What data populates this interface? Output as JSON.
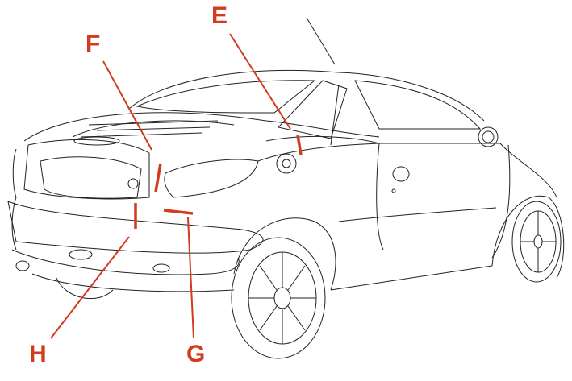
{
  "diagram": {
    "labels": [
      {
        "id": "E",
        "text": "E"
      },
      {
        "id": "F",
        "text": "F"
      },
      {
        "id": "G",
        "text": "G"
      },
      {
        "id": "H",
        "text": "H"
      }
    ],
    "accent_color": "#d13b1e"
  }
}
